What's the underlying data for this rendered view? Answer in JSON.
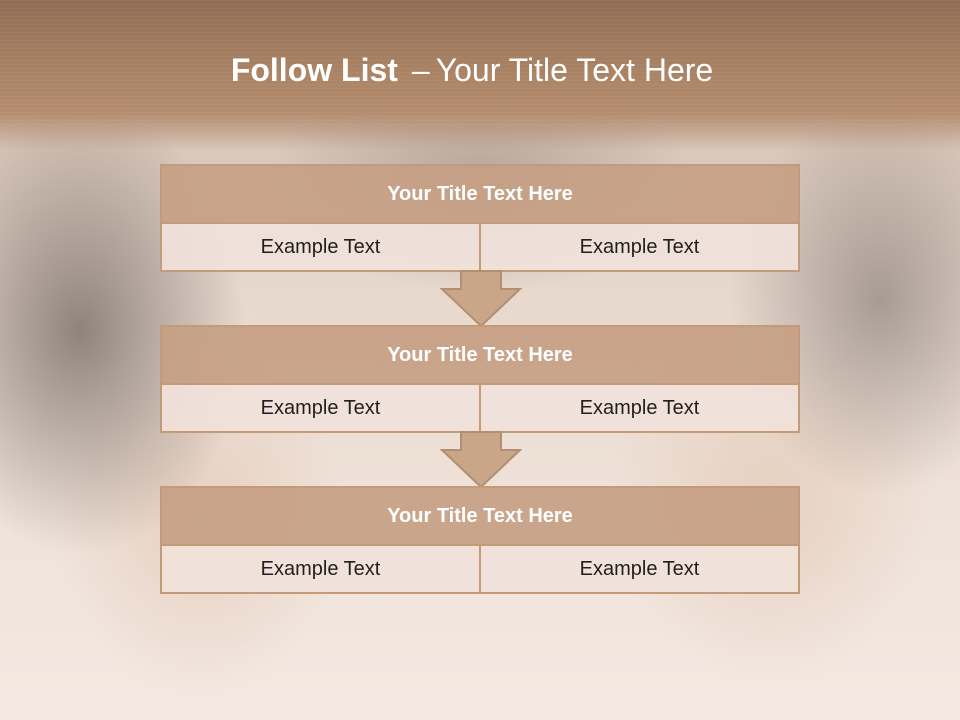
{
  "slide": {
    "title_bold": "Follow List",
    "title_sep": "–",
    "title_rest": "Your Title Text Here"
  },
  "blocks": [
    {
      "heading": "Your Title Text Here",
      "left": "Example Text",
      "right": "Example Text"
    },
    {
      "heading": "Your Title Text Here",
      "left": "Example Text",
      "right": "Example Text"
    },
    {
      "heading": "Your Title Text Here",
      "left": "Example Text",
      "right": "Example Text"
    }
  ],
  "colors": {
    "header": "#a98163",
    "box_header": "#c5a084",
    "box_border": "#c39a7a",
    "cell": "#f0e2da"
  }
}
